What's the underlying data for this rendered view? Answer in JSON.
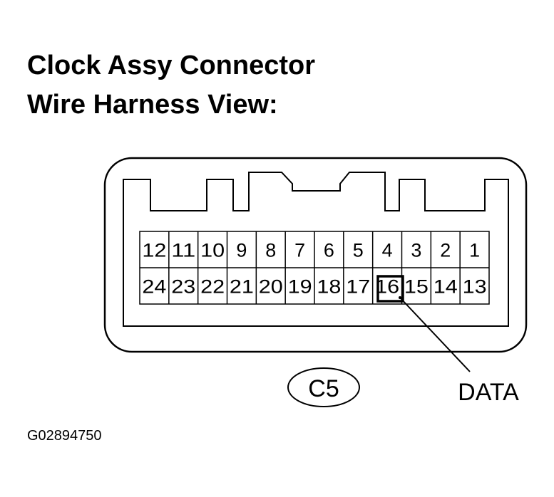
{
  "title": {
    "line1": "Clock Assy Connector",
    "line2": "Wire Harness View:"
  },
  "connector": {
    "code": "C5",
    "pins_top": [
      "12",
      "11",
      "10",
      "9",
      "8",
      "7",
      "6",
      "5",
      "4",
      "3",
      "2",
      "1"
    ],
    "pins_bottom": [
      "24",
      "23",
      "22",
      "21",
      "20",
      "19",
      "18",
      "17",
      "16",
      "15",
      "14",
      "13"
    ],
    "highlighted_pin": "16",
    "callout_label": "DATA"
  },
  "figure_id": "G02894750"
}
